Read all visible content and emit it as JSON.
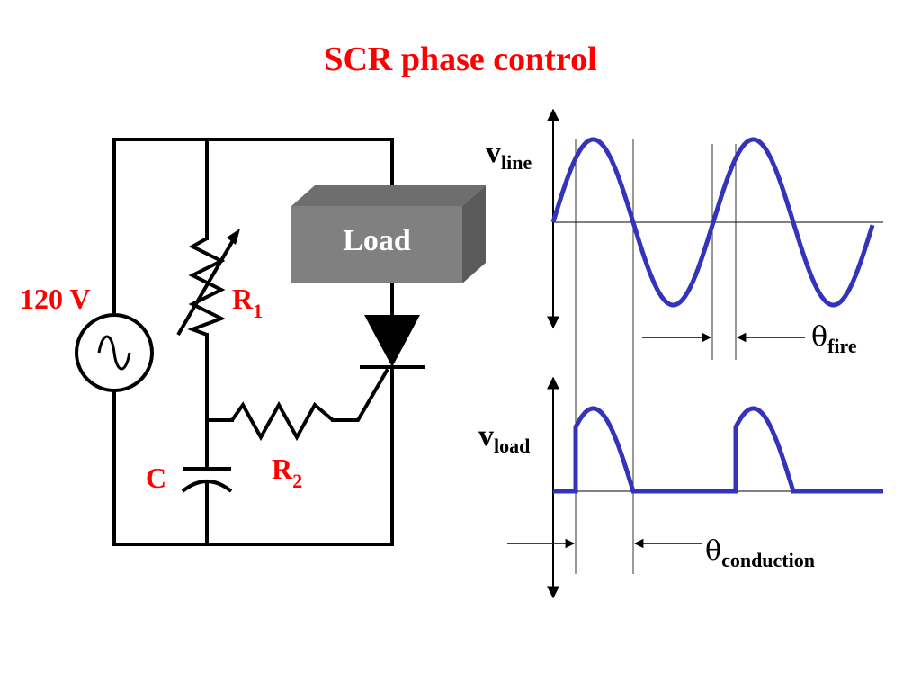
{
  "title": "SCR phase control",
  "circuit": {
    "source_label": "120 V",
    "r1_label": "R",
    "r1_sub": "1",
    "r2_label": "R",
    "r2_sub": "2",
    "c_label": "C",
    "load_label": "Load"
  },
  "waveforms": {
    "vline_main": "v",
    "vline_sub": "line",
    "vload_main": "v",
    "vload_sub": "load",
    "theta_fire_symbol": "θ",
    "theta_fire_sub": "fire",
    "theta_cond_symbol": "θ",
    "theta_cond_sub": "conduction"
  },
  "colors": {
    "title": "#ff0000",
    "labels_red": "#ff0000",
    "wave": "#3333bb",
    "wire": "#000000",
    "load_fill": "#808080",
    "load_top": "#6e6e6e",
    "load_side": "#5a5a5a"
  }
}
